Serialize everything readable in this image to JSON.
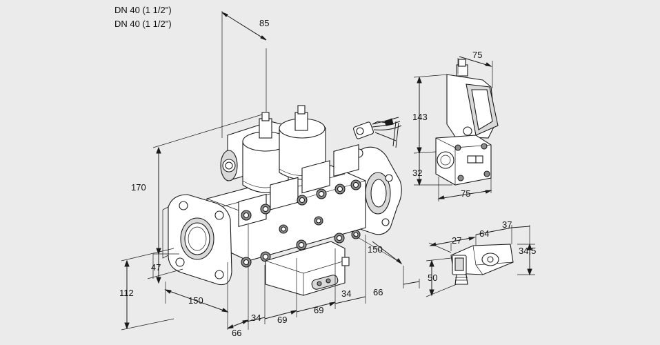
{
  "titles": [
    "DN 40 (1 1/2\")",
    "DN 40 (1 1/2\")"
  ],
  "main_view": {
    "dims": {
      "top_85": "85",
      "height_170": "170",
      "height_47": "47",
      "height_112": "112",
      "length_150_left": "150",
      "length_150_right": "150",
      "d66_bottom": "66",
      "d34_left": "34",
      "d69_left": "69",
      "d69_right": "69",
      "d34_right": "34",
      "d66_right": "66"
    }
  },
  "side_view": {
    "dims": {
      "top_75": "75",
      "height_143": "143",
      "height_32": "32",
      "bottom_75": "75"
    }
  },
  "plug_view": {
    "dims": {
      "d27": "27",
      "d64": "64",
      "d37": "37",
      "d34_5": "34,5",
      "d50": "50"
    }
  }
}
